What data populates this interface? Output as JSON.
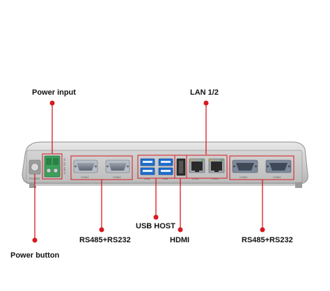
{
  "colors": {
    "accent": "#d71920",
    "chassis_light": "#d9d9d9",
    "chassis_dark": "#a9a9a9",
    "panel": "#c8c8c8",
    "terminal_green": "#3aa05a",
    "usb_blue": "#1f6fd0"
  },
  "labels": {
    "power_input": "Power input",
    "lan": "LAN 1/2",
    "usb_host": "USB HOST",
    "hdmi": "HDMI",
    "rs_left": "RS485+RS232",
    "rs_right": "RS485+RS232",
    "power_button": "Power button"
  },
  "port_text": {
    "com1_left": "COM1",
    "com2_left": "COM2",
    "usb1": "USB",
    "usb2": "USB",
    "lan1": "LAN1",
    "lan2": "LAN2",
    "com1_right": "COM1",
    "com2_right": "COM2",
    "power": "POWER",
    "dc_in": "9-36V DC IN"
  },
  "icons": {
    "power_button": "power-button-icon",
    "terminal": "terminal-block-icon",
    "db9": "db9-connector-icon",
    "usb": "usb-port-icon",
    "hdmi": "hdmi-port-icon",
    "rj45": "rj45-port-icon"
  }
}
